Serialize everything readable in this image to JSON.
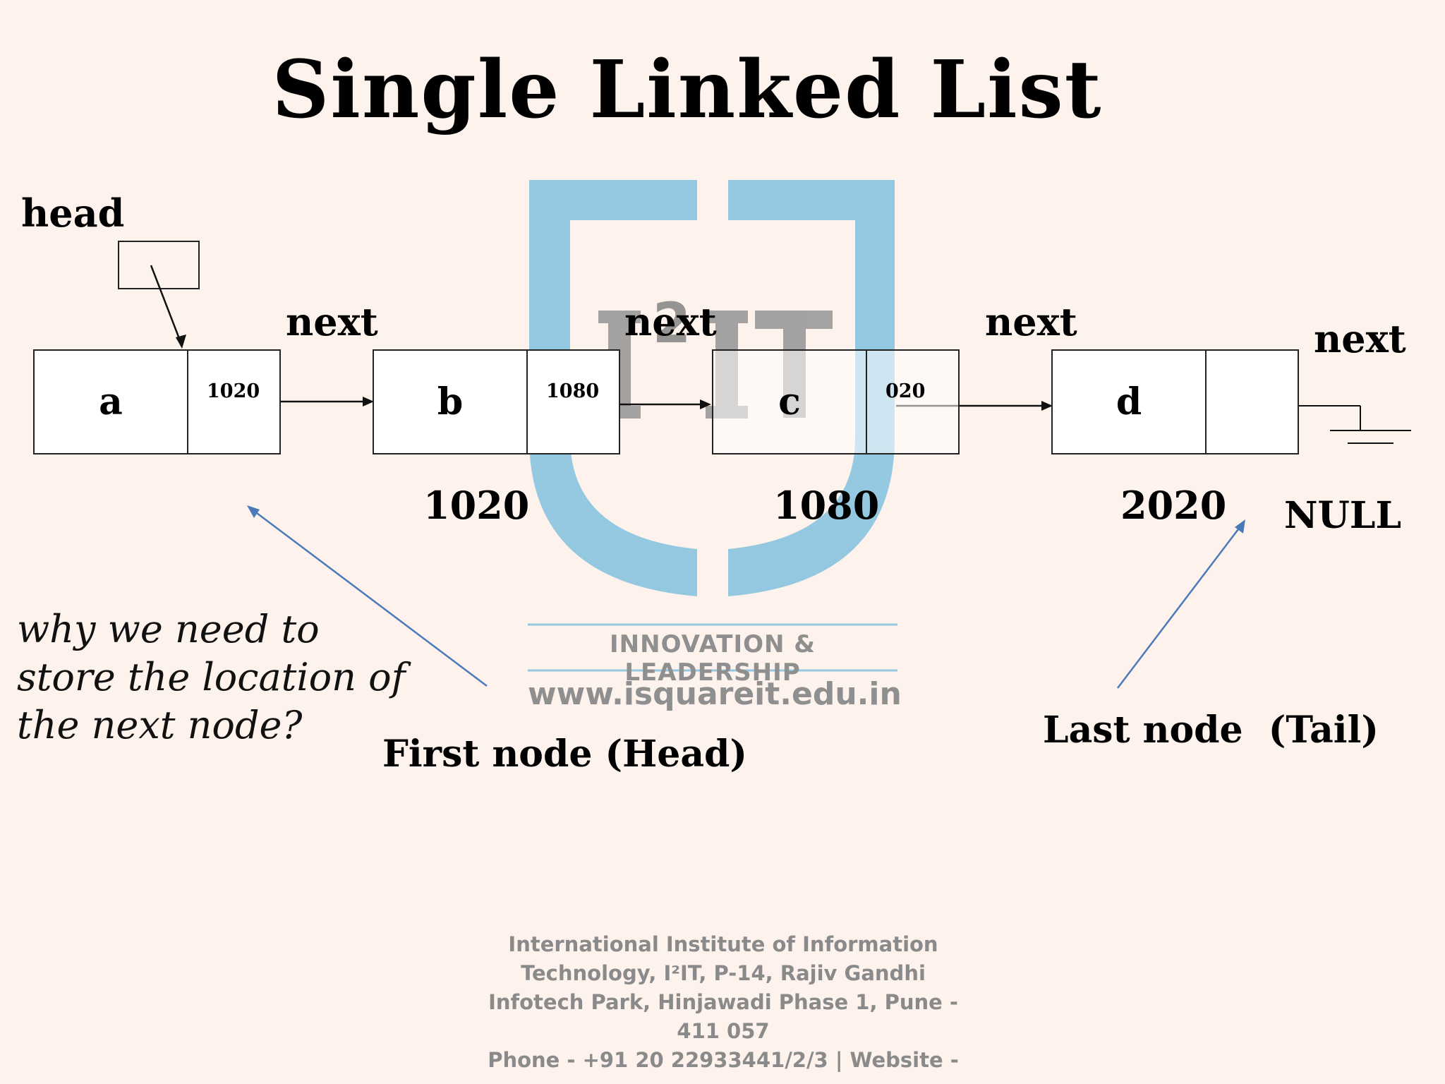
{
  "title": "Single Linked List",
  "head_label": "head",
  "next_label": "next",
  "nodes": [
    {
      "value": "a",
      "pointer": "1020"
    },
    {
      "value": "b",
      "pointer": "1080"
    },
    {
      "value": "c",
      "pointer": "020"
    },
    {
      "value": "d",
      "pointer": ""
    }
  ],
  "addresses": [
    "1020",
    "1080",
    "2020"
  ],
  "null_label": "NULL",
  "question_lines": [
    "why we need to",
    "store the location of",
    "the next node?"
  ],
  "first_node_label": "First node (Head)",
  "last_node_label": "Last node  (Tail)",
  "watermark": {
    "logo_mark": "I²IT",
    "tagline": "INNOVATION & LEADERSHIP",
    "url": "www.isquareit.edu.in"
  },
  "footer_lines": [
    "International Institute of Information",
    "Technology, I²IT, P-14, Rajiv Gandhi",
    "Infotech Park, Hinjawadi Phase 1, Pune -",
    "411 057",
    "Phone - +91 20 22933441/2/3 | Website -"
  ],
  "colors": {
    "background": "#fdf2ec",
    "logo_blue": "#8ec6e0",
    "logo_gray": "#8f8f8f",
    "annotation_arrow": "#4a7ab8"
  }
}
